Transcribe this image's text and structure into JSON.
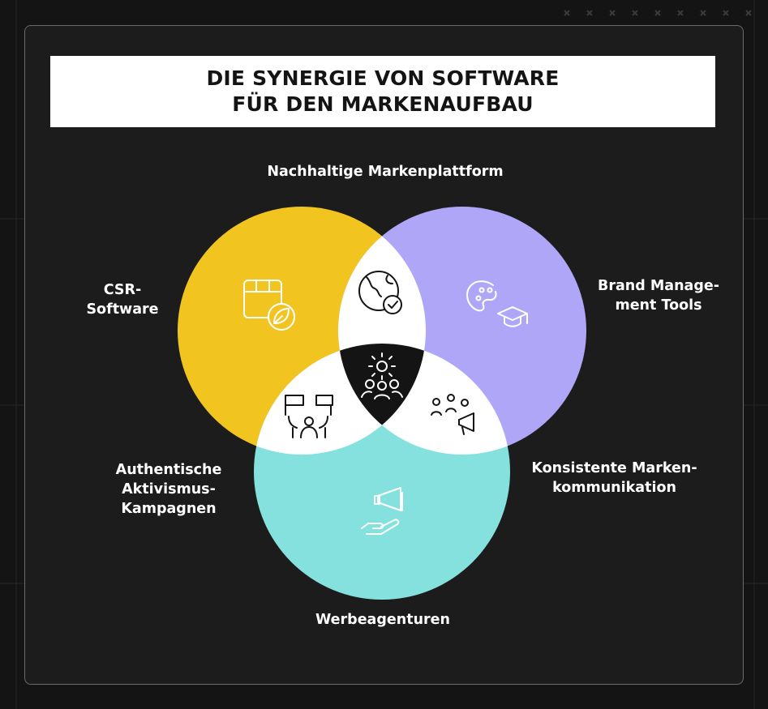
{
  "title": {
    "line1": "DIE SYNERGIE VON SOFTWARE",
    "line2": "FÜR DEN MARKENAUFBAU"
  },
  "labels": {
    "top": "Nachhaltige Markenplattform",
    "csr": [
      "CSR-",
      "Software"
    ],
    "brand": [
      "Brand Manage-",
      "ment Tools"
    ],
    "activism": [
      "Authentische",
      "Aktivismus-",
      "Kampagnen"
    ],
    "communication": [
      "Konsistente Marken-",
      "kommunikation"
    ],
    "agencies": "Werbeagenturen"
  },
  "colors": {
    "background": "#141414",
    "card": "#1c1c1c",
    "csr_circle": "#f2c420",
    "brand_circle": "#b0a6f8",
    "agency_circle": "#85e1dd",
    "intersection": "#ffffff",
    "center": "#141414"
  },
  "icons": {
    "csr": "package-leaf-icon",
    "brand": "palette-graduation-cap-icon",
    "agencies": "hand-megaphone-icon",
    "csr_brand": "globe-check-icon",
    "csr_agencies": "protest-signs-icon",
    "brand_agencies": "people-megaphone-icon",
    "center": "gear-people-icon"
  }
}
